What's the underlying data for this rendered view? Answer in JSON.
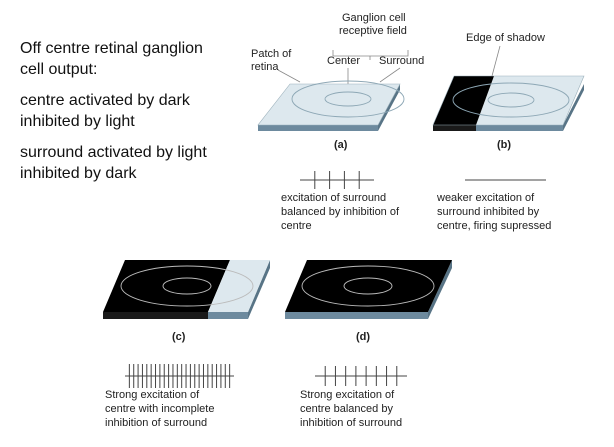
{
  "intro": {
    "title_line1": "Off centre retinal ganglion",
    "title_line2": "cell output:",
    "centre_line1": "centre activated by dark",
    "centre_line2": "inhibited by light",
    "surround_line1": "surround activated by light",
    "surround_line2": "inhibited by dark"
  },
  "labels": {
    "receptive_field_line1": "Ganglion cell",
    "receptive_field_line2": "receptive field",
    "patch_line1": "Patch of",
    "patch_line2": "retina",
    "center": "Center",
    "surround": "Surround",
    "edge_of_shadow": "Edge of shadow"
  },
  "panels": {
    "a": {
      "label": "(a)",
      "spike_count": 4,
      "caption": [
        "excitation of surround",
        "balanced by inhibition of",
        "centre"
      ]
    },
    "b": {
      "label": "(b)",
      "spike_count": 0,
      "caption": [
        "weaker excitation of",
        "surround inhibited by",
        "centre, firing supressed"
      ]
    },
    "c": {
      "label": "(c)",
      "spike_count": 24,
      "caption": [
        "Strong excitation of",
        "centre with incomplete",
        "inhibition of surround"
      ]
    },
    "d": {
      "label": "(d)",
      "spike_count": 8,
      "caption": [
        "Strong excitation of",
        "centre balanced by",
        "inhibition of surround"
      ]
    }
  },
  "colors": {
    "retina_top": "#dde8ee",
    "retina_side": "#6d8a9e",
    "shadow": "#000000",
    "ring_on_light": "#8da7b5",
    "ring_on_dark": "#bbbbbb"
  }
}
